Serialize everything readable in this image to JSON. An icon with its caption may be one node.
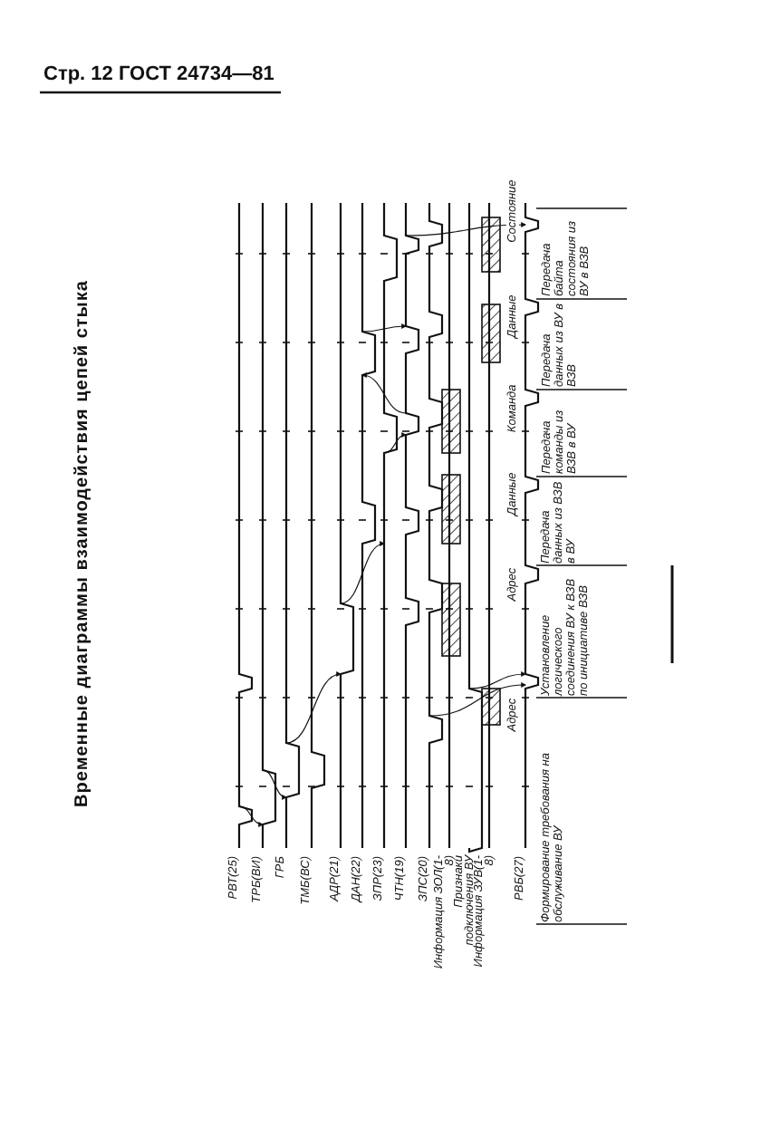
{
  "diagram": {
    "title": "Временные диаграммы взаимодействия цепей стыка",
    "labels": [
      "Стр. 12 ГОСТ 24734—81",
      "РВТ(25)",
      "ТРБ(ВИ)",
      "ГРБ",
      "ТМБ(ВС)",
      "АДР(21)",
      "ДАН(22)",
      "ЗПР(23)",
      "ЧТН(19)",
      "ЗПС(20)",
      "Информация ЗОЛ(1-8)",
      "Признаки подключения ВУ",
      "Информация ЗУВ(1-8)",
      "РВБ(27)",
      "Адрес",
      "Адрес",
      "Данные",
      "Команда",
      "Данные",
      "Состояние",
      "Формирование требования на обслуживание ВУ",
      "Установление логического соединения ВУ к ВЗВ по инициативе ВЗВ",
      "Передача данных из ВЗВ в ВУ",
      "Передача команды из ВЗВ в ВУ",
      "Передача данных из ВУ в ВЗВ",
      "Передача байта состояния из ВУ в ВЗВ"
    ]
  }
}
